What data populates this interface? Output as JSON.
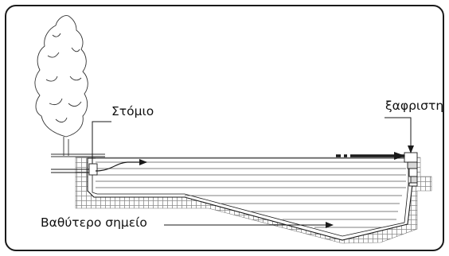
{
  "labels": {
    "nozzle": "Στόμιο",
    "skimmer": "ξαφριστη",
    "deepest_point": "Βαθύτερο σημείο"
  },
  "colors": {
    "stroke": "#1a1a1a",
    "background": "#ffffff"
  }
}
